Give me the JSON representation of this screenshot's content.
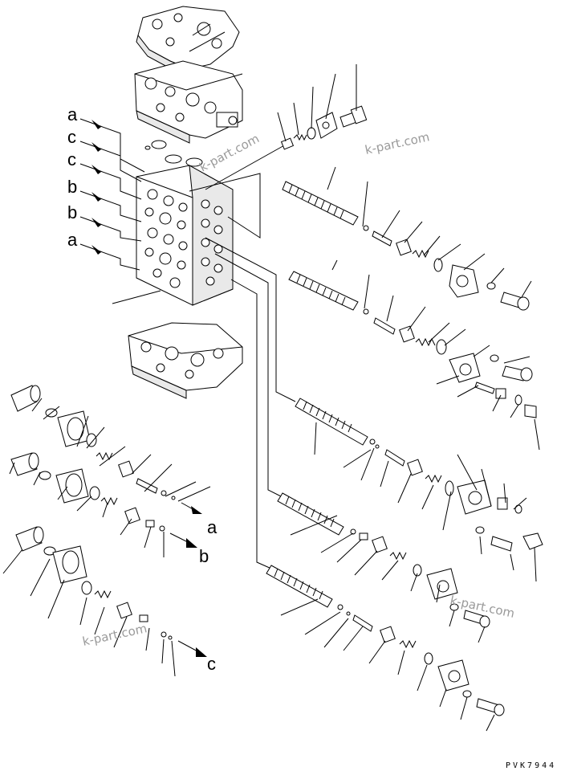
{
  "callouts": {
    "left": [
      "a",
      "c",
      "c",
      "b",
      "b",
      "a"
    ],
    "rows": [
      "a",
      "b",
      "c"
    ]
  },
  "watermark": {
    "text": "k-part.com"
  },
  "drawing_code": "PVK7944"
}
